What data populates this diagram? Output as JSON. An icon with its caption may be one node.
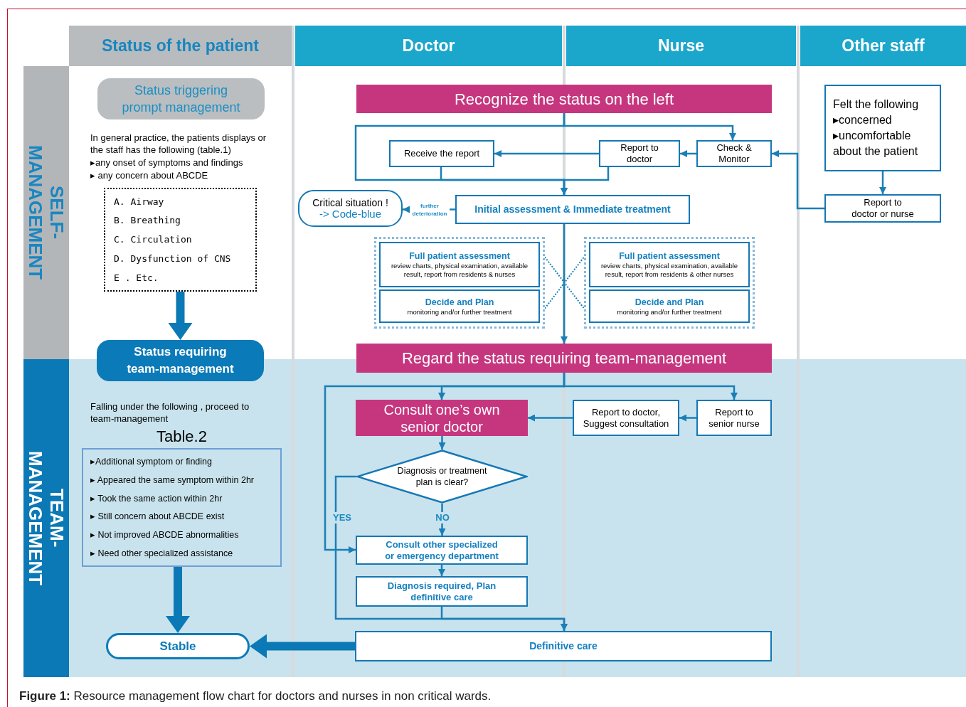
{
  "diagram": {
    "caption": "**Figure 1:** Resource management flow chart for doctors and nurses in non critical wards.",
    "nodes": [
      {
        "text": [
          "Status of the patient"
        ]
      },
      {
        "text": [
          "Doctor"
        ]
      },
      {
        "text": [
          "Nurse"
        ]
      },
      {
        "text": [
          "Other staff"
        ]
      },
      {
        "text": [
          "SELF- MANAGEMENT"
        ]
      },
      {
        "text": [
          "TEAM-MANAGEMENT"
        ]
      },
      {
        "text": [
          "Status triggering prompt management"
        ]
      },
      {
        "text": [
          "A. Airway",
          "B. Breathing",
          "C. Circulation",
          "D. Dysfunction of CNS",
          "E . Etc."
        ]
      },
      {
        "text": [
          "Status requiring team-management"
        ]
      },
      {
        "text": [
          "Table.2",
          "▸Additional symptom or finding",
          "▸ Appeared the same symptom within 2hr",
          "▸ Took the same action within 2hr",
          "▸ Still concern about ABCDE exist",
          "▸ Not improved ABCDE abnormalities",
          "▸ Need other specialized assistance"
        ]
      },
      {
        "text": [
          "Stable"
        ]
      },
      {
        "text": [
          "Recognize the status on the left"
        ]
      },
      {
        "text": [
          "Receive the report"
        ]
      },
      {
        "text": [
          "Report to doctor"
        ]
      },
      {
        "text": [
          "Check & Monitor"
        ]
      },
      {
        "text": [
          "Felt the following",
          "▸concerned",
          "▸uncomfortable",
          "about the patient"
        ]
      },
      {
        "text": [
          "Report to doctor or nurse"
        ]
      },
      {
        "text": [
          "Critical situation !",
          "-> Code-blue"
        ]
      },
      {
        "text": [
          "Initial assessment & Immediate treatment"
        ]
      },
      {
        "text": [],
        "shape": "box"
      },
      {
        "text": [
          "Full patient assessment",
          "review charts, physical examination, available result, report from residents & nurses"
        ],
        "in": 19
      },
      {
        "text": [
          "Decide and Plan",
          "monitoring and/or further treatment"
        ],
        "in": 19
      },
      {
        "text": [],
        "shape": "box"
      },
      {
        "text": [
          "Full patient assessment",
          "review charts, physical examination, available result, report from residents & other nurses"
        ],
        "in": 22
      },
      {
        "text": [
          "Decide and Plan",
          "monitoring and/or further treatment"
        ],
        "in": 22
      },
      {
        "text": [
          "Regard the status requiring team-management"
        ]
      },
      {
        "text": [
          "Consult one’s own senior doctor"
        ]
      },
      {
        "text": [
          "Report to doctor, Suggest consultation"
        ]
      },
      {
        "text": [
          "Report to senior nurse"
        ]
      },
      {
        "text": [
          "Diagnosis or treatment plan is clear?"
        ]
      },
      {
        "text": [
          "Consult other specialized or emergency department"
        ]
      },
      {
        "text": [
          "Diagnosis required, Plan definitive care"
        ]
      },
      {
        "text": [
          "Definitive care"
        ]
      }
    ],
    "edges": [
      {
        "from": 7,
        "to": 8,
        "arrow": "to",
        "style": "thick"
      },
      {
        "from": 9,
        "to": 10,
        "arrow": "to",
        "style": "thick"
      },
      {
        "from": 32,
        "to": 10,
        "arrow": "to",
        "style": "thick"
      },
      {
        "from": 11,
        "to": 14,
        "arrow": "to"
      },
      {
        "from": 11,
        "to": 18,
        "arrow": "to"
      },
      {
        "from": 12,
        "to": 18,
        "arrow": "to"
      },
      {
        "from": 13,
        "to": 18,
        "arrow": "to"
      },
      {
        "from": 14,
        "to": 13,
        "arrow": "to"
      },
      {
        "from": 13,
        "to": 12,
        "arrow": "to"
      },
      {
        "from": 16,
        "to": 14,
        "arrow": "to"
      },
      {
        "from": 15,
        "to": 16,
        "arrow": "to"
      },
      {
        "from": 18,
        "to": 17,
        "arrow": "to",
        "label": "further deterioration"
      },
      {
        "from": 18,
        "to": 25,
        "arrow": "to"
      },
      {
        "from": 19,
        "to": 22,
        "arrow": "none",
        "style": "dashed"
      },
      {
        "from": 19,
        "to": 22,
        "arrow": "none",
        "style": "dashed"
      },
      {
        "from": 25,
        "to": 26,
        "arrow": "to"
      },
      {
        "from": 25,
        "to": 28,
        "arrow": "to"
      },
      {
        "from": 25,
        "to": 30,
        "arrow": "to"
      },
      {
        "from": 28,
        "to": 27,
        "arrow": "to"
      },
      {
        "from": 27,
        "to": 26,
        "arrow": "to"
      },
      {
        "from": 26,
        "to": 29,
        "arrow": "to"
      },
      {
        "from": 29,
        "to": 30,
        "arrow": "to",
        "label": "NO"
      },
      {
        "from": 29,
        "to": 32,
        "arrow": "to",
        "label": "YES"
      },
      {
        "from": 30,
        "to": 31,
        "arrow": "to"
      },
      {
        "from": 31,
        "to": 32,
        "arrow": "to"
      }
    ],
    "labels": [
      "In general practice, the patients displays or the staff has the following (table.1)",
      "▸any onset of symptoms and findings",
      "▸ any concern about ABCDE",
      "Falling under the following , proceed to team-management"
    ]
  }
}
